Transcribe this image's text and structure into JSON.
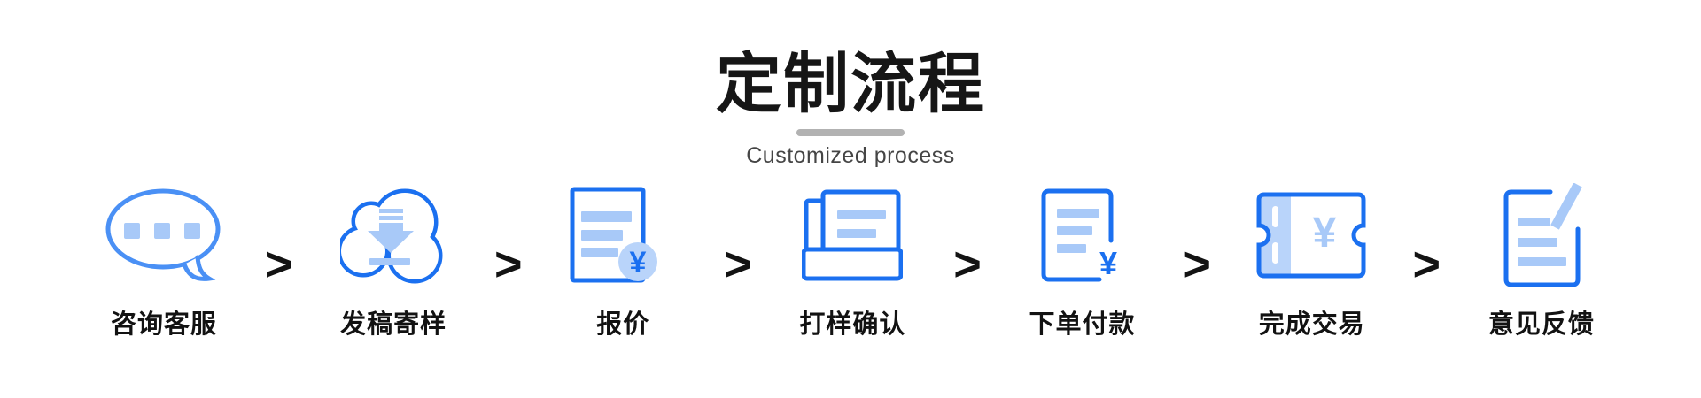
{
  "header": {
    "title": "定制流程",
    "subtitle": "Customized process"
  },
  "flow": {
    "arrow_symbol": ">",
    "steps": [
      {
        "label": "咨询客服",
        "icon": "chat-bubble-icon"
      },
      {
        "label": "发稿寄样",
        "icon": "cloud-download-icon"
      },
      {
        "label": "报价",
        "icon": "quote-document-yen-icon"
      },
      {
        "label": "打样确认",
        "icon": "printer-proof-icon"
      },
      {
        "label": "下单付款",
        "icon": "payment-document-yen-icon"
      },
      {
        "label": "完成交易",
        "icon": "ticket-yen-icon"
      },
      {
        "label": "意见反馈",
        "icon": "feedback-edit-icon"
      }
    ]
  },
  "colors": {
    "icon_stroke_blue": "#1b70f0",
    "chat_stroke_blue": "#4a90f5",
    "icon_fill_light_blue": "#a8c9f8",
    "badge_fill_light_blue": "#b9d4fa",
    "title_text": "#161616",
    "subtitle_text": "#454545",
    "divider_gray": "#b2b2b2",
    "arrow_black": "#131313"
  }
}
